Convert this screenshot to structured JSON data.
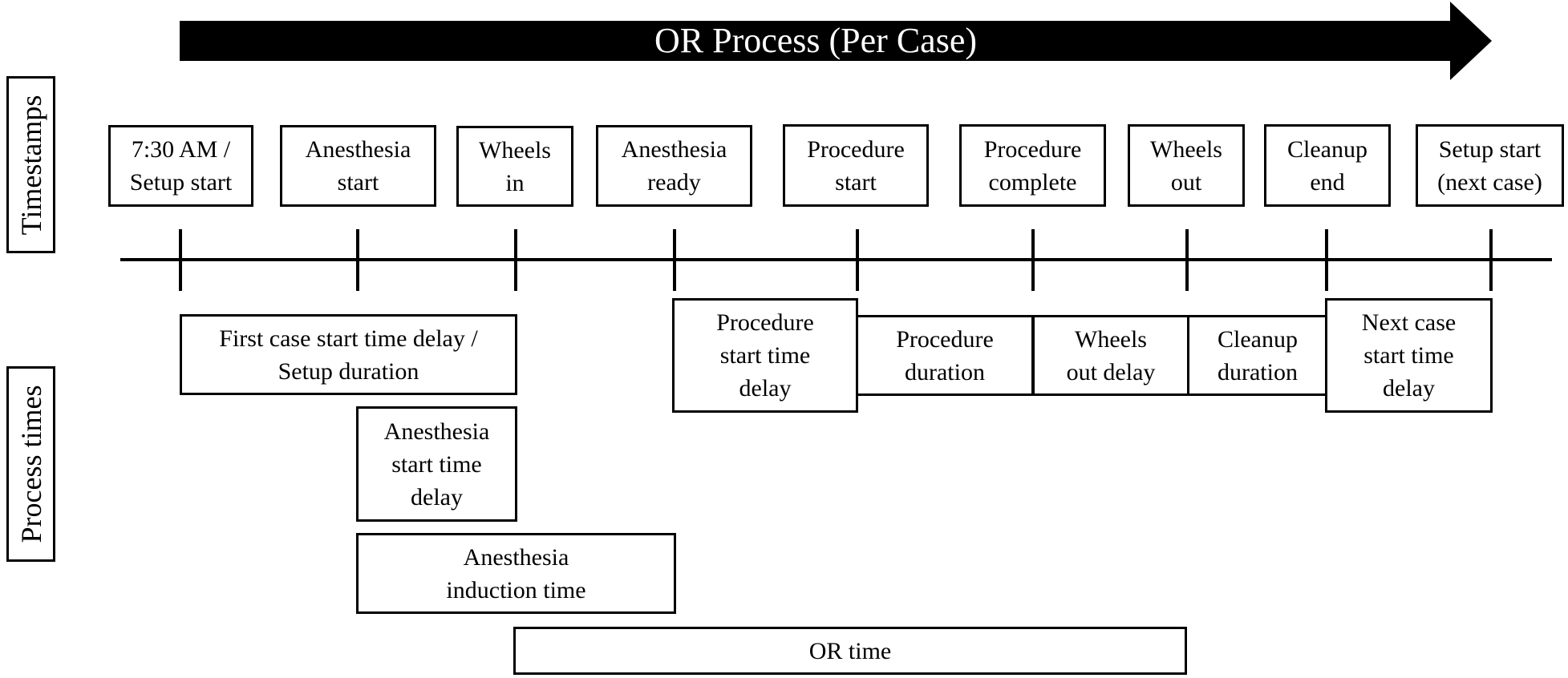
{
  "diagram": {
    "title": "OR Process (Per Case)",
    "side_labels": {
      "timestamps": "Timestamps",
      "process_times": "Process times"
    },
    "timestamps": [
      {
        "id": "setup-start",
        "label": "7:30 AM /\nSetup start"
      },
      {
        "id": "anesthesia-start",
        "label": "Anesthesia\nstart"
      },
      {
        "id": "wheels-in",
        "label": "Wheels\nin"
      },
      {
        "id": "anesthesia-ready",
        "label": "Anesthesia\nready"
      },
      {
        "id": "procedure-start",
        "label": "Procedure\nstart"
      },
      {
        "id": "procedure-complete",
        "label": "Procedure\ncomplete"
      },
      {
        "id": "wheels-out",
        "label": "Wheels\nout"
      },
      {
        "id": "cleanup-end",
        "label": "Cleanup\nend"
      },
      {
        "id": "setup-start-next",
        "label": "Setup start\n(next case)"
      }
    ],
    "process_times": [
      {
        "id": "first-case-delay",
        "label": "First case start time delay /\nSetup duration"
      },
      {
        "id": "procedure-start-delay",
        "label": "Procedure\nstart time\ndelay"
      },
      {
        "id": "procedure-duration",
        "label": "Procedure\nduration"
      },
      {
        "id": "wheels-out-delay",
        "label": "Wheels\nout delay"
      },
      {
        "id": "cleanup-duration",
        "label": "Cleanup\nduration"
      },
      {
        "id": "next-case-delay",
        "label": "Next case\nstart time\ndelay"
      },
      {
        "id": "anesthesia-start-delay",
        "label": "Anesthesia\nstart time\ndelay"
      },
      {
        "id": "anesthesia-induction",
        "label": "Anesthesia\ninduction time"
      },
      {
        "id": "or-time",
        "label": "OR time"
      }
    ]
  }
}
